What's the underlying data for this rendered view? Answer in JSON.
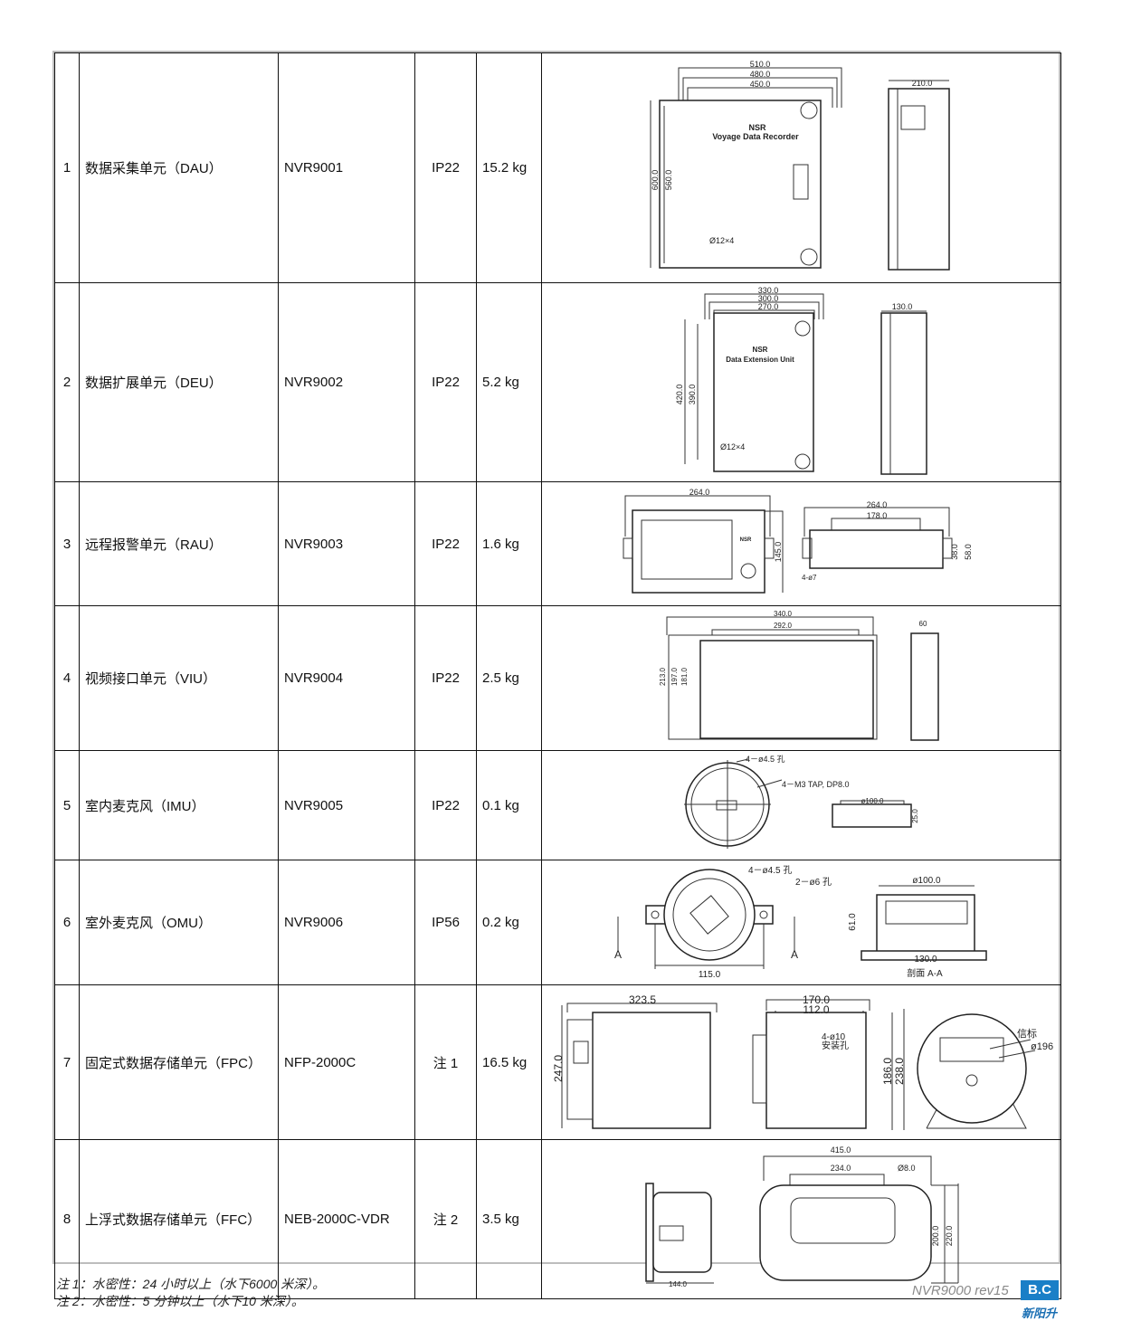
{
  "rows": [
    {
      "no": "1",
      "name": "数据采集单元（DAU）",
      "model": "NVR9001",
      "ip": "IP22",
      "weight": "15.2 kg",
      "dims": [
        "510.0",
        "480.0",
        "450.0",
        "NSR",
        "Voyage Data Recorder",
        "600.0",
        "560.0",
        "Ø12×4",
        "210.0"
      ]
    },
    {
      "no": "2",
      "name": "数据扩展单元（DEU）",
      "model": "NVR9002",
      "ip": "IP22",
      "weight": "5.2 kg",
      "dims": [
        "330.0",
        "300.0",
        "270.0",
        "NSR",
        "Data Extension Unit",
        "420.0",
        "390.0",
        "Ø12×4",
        "130.0"
      ]
    },
    {
      "no": "3",
      "name": "远程报警单元（RAU）",
      "model": "NVR9003",
      "ip": "IP22",
      "weight": "1.6 kg",
      "dims": [
        "264.0",
        "145.0",
        "264.0",
        "178.0",
        "38.0",
        "58.0",
        "4-ø7",
        "NSR"
      ]
    },
    {
      "no": "4",
      "name": "视频接口单元（VIU）",
      "model": "NVR9004",
      "ip": "IP22",
      "weight": "2.5 kg",
      "dims": [
        "340.0",
        "292.0",
        "213.0",
        "197.0",
        "181.0",
        "60"
      ]
    },
    {
      "no": "5",
      "name": "室内麦克风（IMU）",
      "model": "NVR9005",
      "ip": "IP22",
      "weight": "0.1 kg",
      "dims": [
        "4－ø4.5 孔",
        "4－M3 TAP, DP8.0",
        "ø100.0",
        "25.0"
      ]
    },
    {
      "no": "6",
      "name": "室外麦克风（OMU）",
      "model": "NVR9006",
      "ip": "IP56",
      "weight": "0.2 kg",
      "dims": [
        "4－ø4.5 孔",
        "2－ø6 孔",
        "A",
        "A",
        "115.0",
        "ø100.0",
        "61.0",
        "130.0",
        "剖面 A-A"
      ]
    },
    {
      "no": "7",
      "name": "固定式数据存储单元（FPC）",
      "model": "NFP-2000C",
      "ip": "注 1",
      "weight": "16.5 kg",
      "dims": [
        "323.5",
        "247.0",
        "170.0",
        "112.0",
        "4-ø10",
        "安装孔",
        "186.0",
        "238.0",
        "信标",
        "ø196"
      ]
    },
    {
      "no": "8",
      "name": "上浮式数据存储单元（FFC）",
      "model": "NEB-2000C-VDR",
      "ip": "注 2",
      "weight": "3.5 kg",
      "dims": [
        "144.0",
        "415.0",
        "234.0",
        "Ø8.0",
        "200.0",
        "220.0"
      ]
    }
  ],
  "notes": [
    "注 1：水密性：24 小时以上（水下6000 米深）。",
    "注 2：水密性：5 分钟以上（水下10 米深）。"
  ],
  "footer": {
    "doc": "NVR9000 rev15",
    "logo": "B.C",
    "company": "新阳升"
  }
}
